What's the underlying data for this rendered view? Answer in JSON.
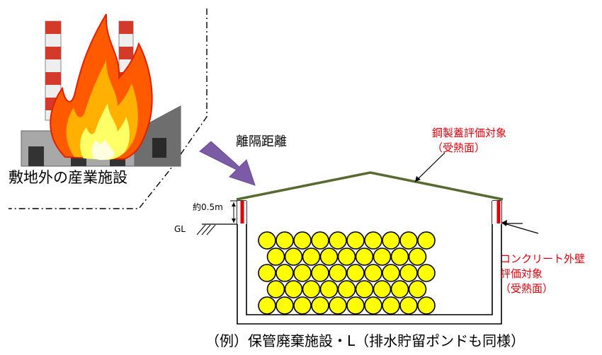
{
  "labels": {
    "facility": "敷地外の産業施設",
    "distance": "離隔距離",
    "steel_lid": [
      "鋼製蓋評価対象",
      "（受熱面）"
    ],
    "concrete_wall": [
      "コンクリート外壁",
      "評価対象",
      "（受熱面）"
    ],
    "depth": "約0.5m",
    "ground_level": "GL",
    "caption": "（例）保管廃棄施設・L（排水貯留ポンドも同様）"
  },
  "colors": {
    "roof_line": "#556b2f",
    "receiving_surface": "#e0000b",
    "arrow": "#7b5ba6",
    "waste_fill": "#ffff00",
    "flame_outer": "#ff5a00",
    "flame_inner": "#ffd400",
    "chimney_red": "#d43a2a"
  },
  "storage": {
    "rows_of_drums": 5,
    "drums_per_row": [
      10,
      9,
      10,
      9,
      10
    ]
  },
  "icons": [
    "factory-fire-icon",
    "heat-direction-arrow-icon"
  ]
}
